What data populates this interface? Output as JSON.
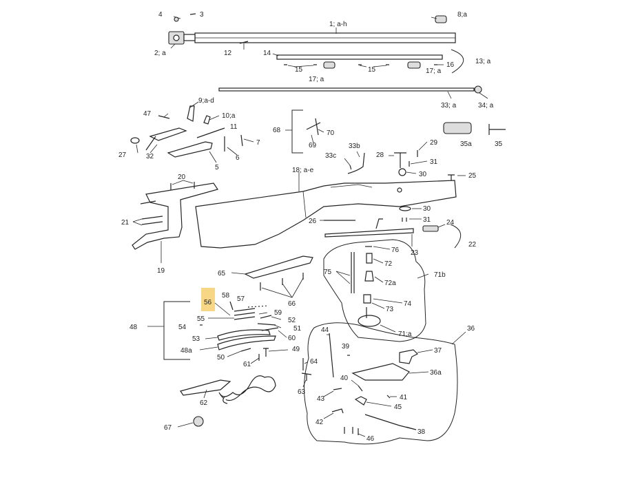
{
  "diagram": {
    "highlight_label": "56",
    "highlight_color": "#f4c95d",
    "labels": {
      "l1": "1; a-h",
      "l2": "2; a",
      "l3": "3",
      "l4": "4",
      "l8": "8;a",
      "l12": "12",
      "l13": "13; a",
      "l14": "14",
      "l15a": "15",
      "l15b": "15",
      "l16": "16",
      "l17a": "17; a",
      "l17b": "17; a",
      "l33a": "33; a",
      "l34": "34; a",
      "l47": "47",
      "l9": "9;a-d",
      "l10": "10;a",
      "l11": "11",
      "l27": "27",
      "l32": "32",
      "l5": "5",
      "l6": "6",
      "l7": "7",
      "l68": "68",
      "l69": "69",
      "l70": "70",
      "l33c": "33c",
      "l33b": "33b",
      "l28": "28",
      "l29": "29",
      "l31a": "31",
      "l30a": "30",
      "l35a": "35a",
      "l35": "35",
      "l25": "25",
      "l18": "18; a-e",
      "l20": "20",
      "l21": "21",
      "l19": "19",
      "l26": "26",
      "l30b": "30",
      "l31b": "31",
      "l24": "24",
      "l22": "22",
      "l23": "23",
      "l65": "65",
      "l66": "66",
      "l76": "76",
      "l72": "72",
      "l75": "75",
      "l72a": "72a",
      "l71b": "71b",
      "l73": "73",
      "l74": "74",
      "l71a": "71;a",
      "l58": "58",
      "l56": "56",
      "l57": "57",
      "l59": "59",
      "l55": "55",
      "l52": "52",
      "l54": "54",
      "l51": "51",
      "l48": "48",
      "l53": "53",
      "l60": "60",
      "l48a": "48a",
      "l50": "50",
      "l49": "49",
      "l61": "61",
      "l64": "64",
      "l63": "63",
      "l62": "62",
      "l67": "67",
      "l36": "36",
      "l44": "44",
      "l39": "39",
      "l37": "37",
      "l36a": "36a",
      "l40": "40",
      "l41": "41",
      "l43": "43",
      "l45": "45",
      "l42": "42",
      "l38": "38",
      "l46": "46"
    }
  }
}
